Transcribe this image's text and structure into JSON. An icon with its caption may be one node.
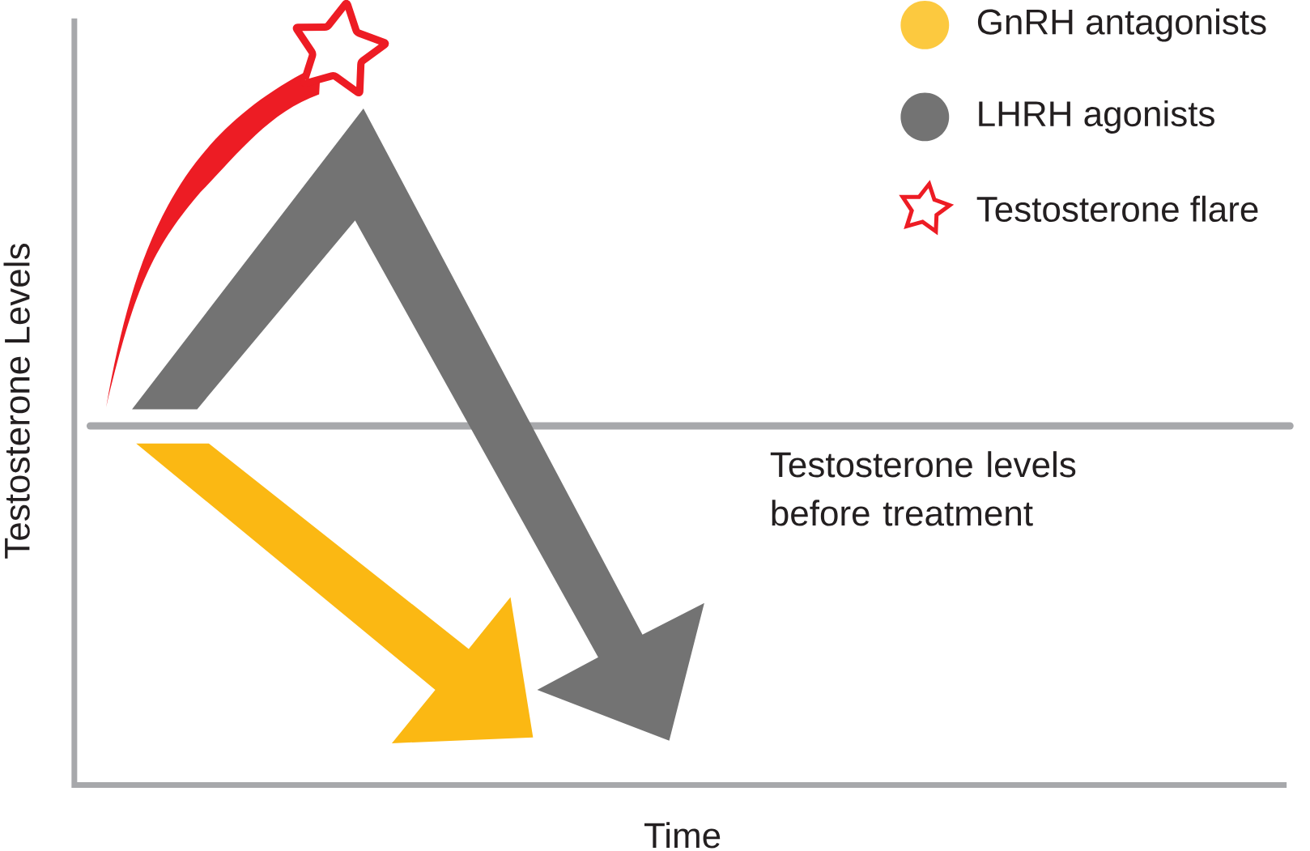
{
  "diagram": {
    "labels": [
      "Testosterone Levels",
      "Time",
      "Testosterone levels before treatment"
    ],
    "legend": [
      {
        "text": "GnRH antagonists",
        "color": "#fcc93f"
      },
      {
        "text": "LHRH agonists",
        "color": "#737373"
      },
      {
        "text": "Testosterone flare"
      }
    ]
  }
}
